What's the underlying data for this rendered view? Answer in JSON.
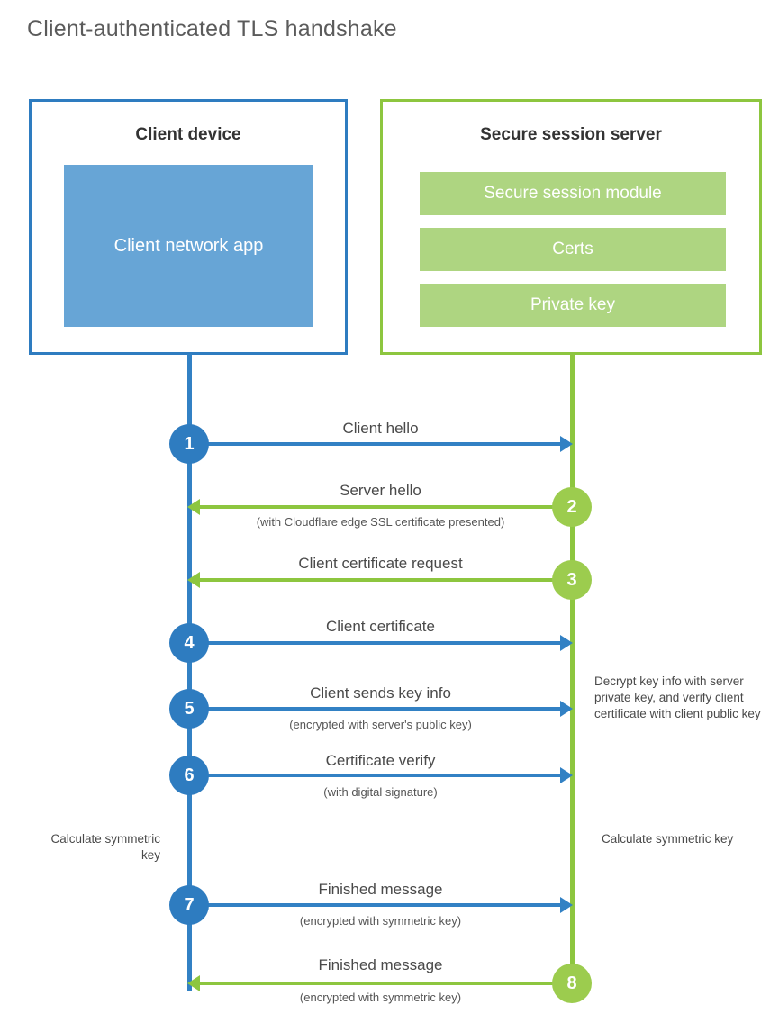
{
  "page": {
    "title": "Client-authenticated TLS handshake"
  },
  "colors": {
    "blue_border": "#2e7cc0",
    "blue_fill": "#67a5d6",
    "blue_line": "#3281c4",
    "green_border": "#8dc63f",
    "green_fill": "#aed581",
    "green_circle": "#9ccc4e",
    "text": "#4a4a4a"
  },
  "client": {
    "title": "Client device",
    "app_label": "Client network app"
  },
  "server": {
    "title": "Secure session server",
    "components": [
      {
        "label": "Secure session module"
      },
      {
        "label": "Certs"
      },
      {
        "label": "Private key"
      }
    ]
  },
  "steps": [
    {
      "number": "1",
      "label": "Client hello",
      "sublabel": "",
      "direction": "client-to-server",
      "color": "blue"
    },
    {
      "number": "2",
      "label": "Server hello",
      "sublabel": "(with Cloudflare edge SSL certificate presented)",
      "direction": "server-to-client",
      "color": "green"
    },
    {
      "number": "3",
      "label": "Client certificate request",
      "sublabel": "",
      "direction": "server-to-client",
      "color": "green"
    },
    {
      "number": "4",
      "label": "Client certificate",
      "sublabel": "",
      "direction": "client-to-server",
      "color": "blue"
    },
    {
      "number": "5",
      "label": "Client sends key info",
      "sublabel": "(encrypted with server's public key)",
      "direction": "client-to-server",
      "color": "blue"
    },
    {
      "number": "6",
      "label": "Certificate verify",
      "sublabel": "(with digital signature)",
      "direction": "client-to-server",
      "color": "blue"
    },
    {
      "number": "7",
      "label": "Finished message",
      "sublabel": "(encrypted with symmetric key)",
      "direction": "client-to-server",
      "color": "blue"
    },
    {
      "number": "8",
      "label": "Finished message",
      "sublabel": "(encrypted with symmetric key)",
      "direction": "server-to-client",
      "color": "green"
    }
  ],
  "notes": {
    "decrypt": "Decrypt key info with server private key, and verify client certificate with client public key",
    "calculate_client": "Calculate symmetric key",
    "calculate_server": "Calculate symmetric key"
  }
}
